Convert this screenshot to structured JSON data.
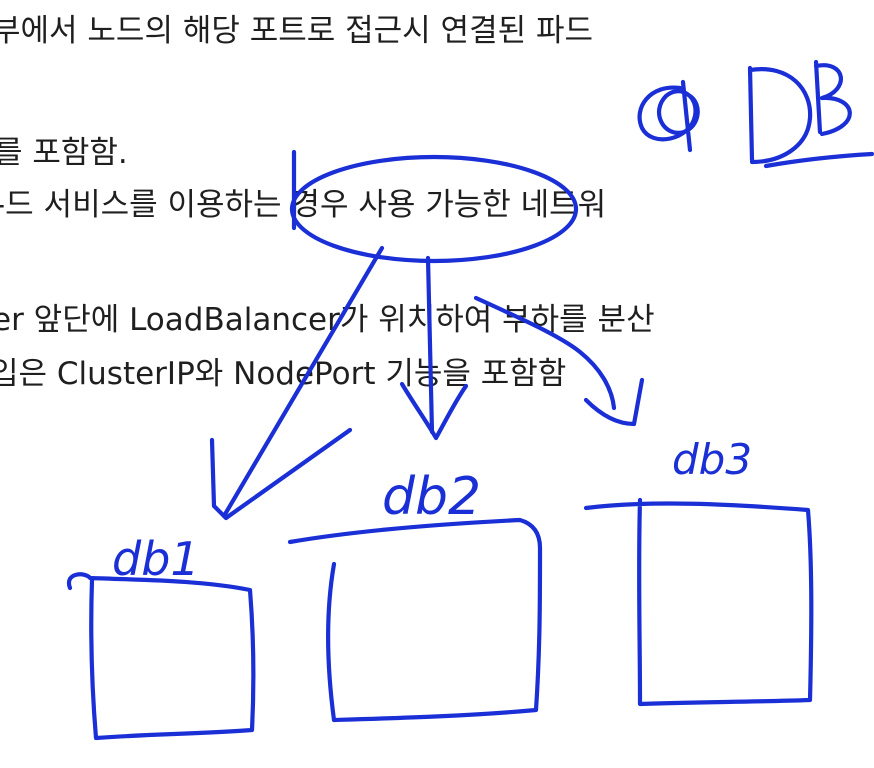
{
  "text_lines": [
    "부에서 노드의 해당 포트로 접근시 연결된 파드",
    "를 포함함.",
    "-드 서비스를 이용하는 경우 사용 가능한 네트워",
    "er 앞단에 LoadBalancer가 위치하여 부하를 분산",
    "입은 ClusterIP와 NodePort 기능을 포함함"
  ],
  "annotations": {
    "db_label": "DB",
    "db1_label": "db1",
    "db2_label": "db2",
    "db3_label": "db3"
  },
  "colors": {
    "ink": "#1a2fd6",
    "text": "#1f1f1f",
    "background": "#ffffff"
  }
}
